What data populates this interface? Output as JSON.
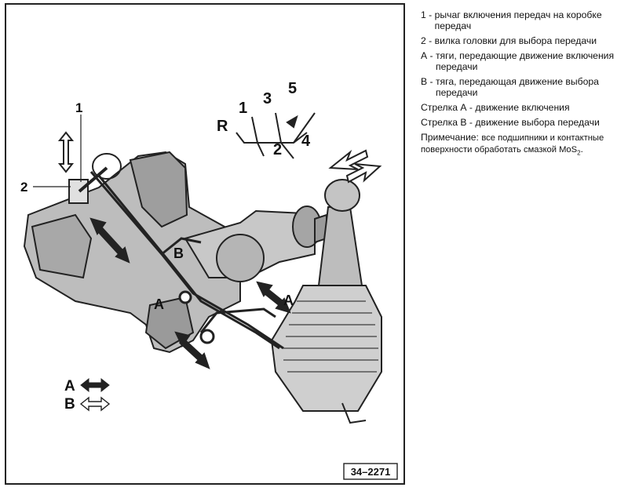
{
  "figure": {
    "labels": {
      "part1": "1",
      "part2": "2",
      "linkA1": "A",
      "linkA2": "A",
      "linkB": "B",
      "gear_r": "R",
      "gear_1": "1",
      "gear_2": "2",
      "gear_3": "3",
      "gear_4": "4",
      "gear_5": "5",
      "key_a": "A",
      "key_b": "B"
    },
    "ref_code": "34–2271"
  },
  "legend": {
    "items": [
      {
        "key": "1 - ",
        "text": "рычаг включения передач на коробке передач"
      },
      {
        "key": "2 - ",
        "text": "вилка головки для выбора передачи"
      },
      {
        "key": "А - ",
        "text": "тяги, передающие движение включения передачи"
      },
      {
        "key": "В - ",
        "text": "тяга, передающая движение выбора передачи"
      }
    ],
    "arrow_a": "Стрелка А - движение включения",
    "arrow_b": "Стрелка В - движение выбора передачи",
    "note_label": "Примечание:",
    "note_text": "все подшипники и контактные поверхности обработать смазкой MoS",
    "note_sub": "2",
    "note_end": "."
  }
}
